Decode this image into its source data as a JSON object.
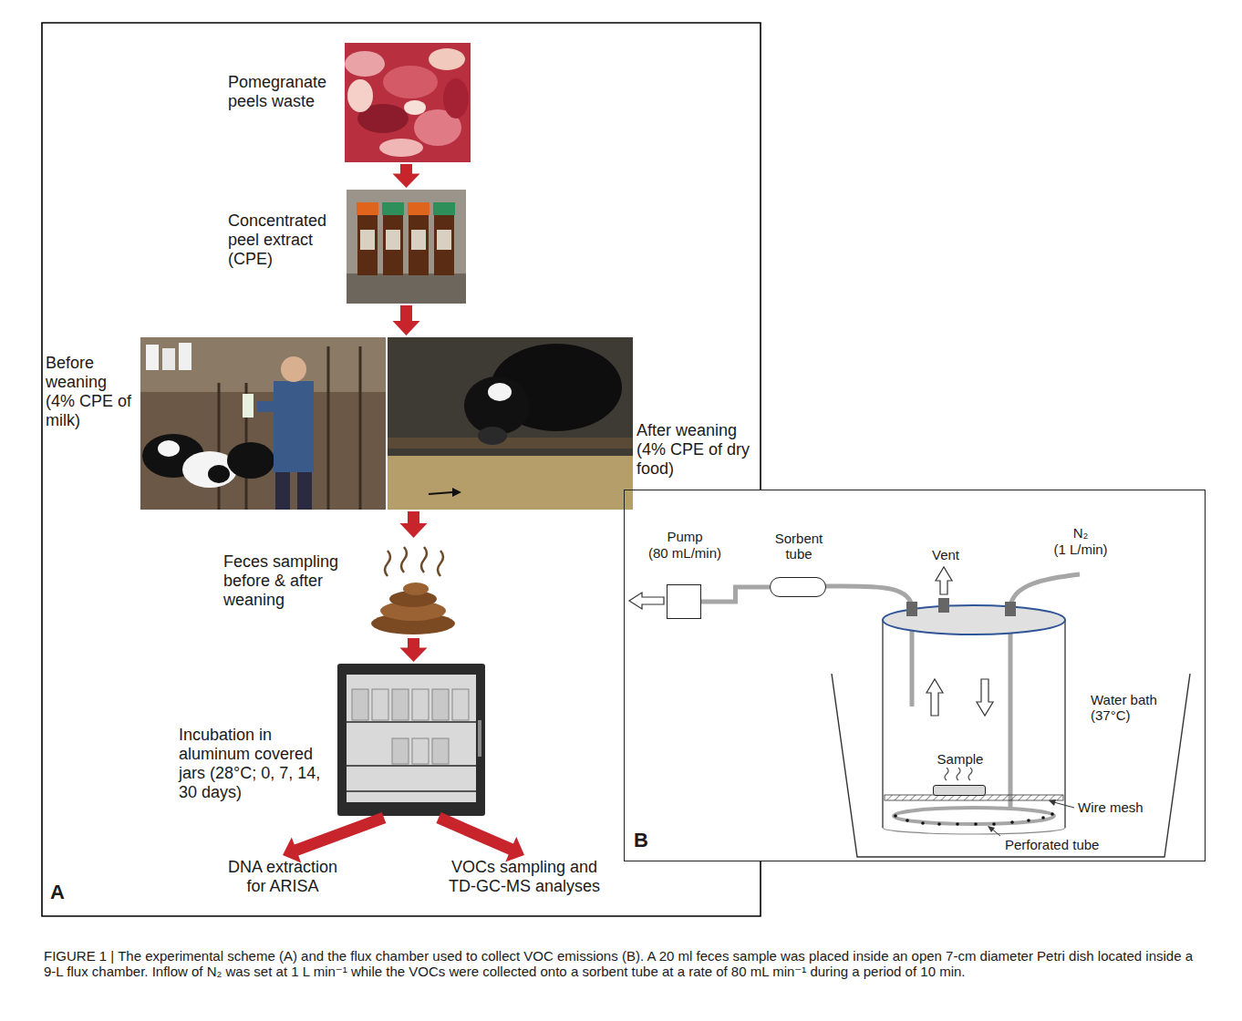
{
  "diagram": {
    "caption": "FIGURE 1 | The experimental scheme (A) and the flux chamber used to collect VOC emissions (B). A 20 ml feces sample was placed inside an open 7-cm diameter Petri dish located inside a 9-L flux chamber. Inflow of N₂ was set at 1 L min⁻¹ while the VOCs were collected onto a sorbent tube at a rate of 80 mL min⁻¹ during a period of 10 min.",
    "nodes": [
      {
        "text": [
          "A"
        ]
      },
      {
        "text": [
          "Pomegranate peels waste"
        ],
        "in": 0
      },
      {
        "text": [
          "Concentrated peel extract (CPE)"
        ],
        "in": 0
      },
      {
        "text": [
          "Before weaning (4% CPE of milk)",
          "After weaning (4% CPE of dry food)"
        ],
        "in": 0
      },
      {
        "text": [
          "Feces sampling before & after weaning"
        ],
        "in": 0
      },
      {
        "text": [
          "Incubation in aluminum covered jars (28°C; 0, 7, 14, 30 days)"
        ],
        "in": 0
      },
      {
        "text": [
          "DNA extraction for ARISA"
        ],
        "in": 0
      },
      {
        "text": [
          "VOCs sampling and TD-GC-MS analyses"
        ],
        "in": 0
      },
      {
        "text": [
          "B"
        ]
      },
      {
        "text": [
          "Pump",
          "(80 mL/min)"
        ],
        "in": 8
      },
      {
        "text": [
          "Sorbent tube"
        ],
        "in": 8
      },
      {
        "text": [
          "Water bath (37°C)"
        ],
        "in": 8
      },
      {
        "text": [
          "Sample"
        ],
        "in": 8
      }
    ],
    "edges": [
      {
        "from": 1,
        "to": 2,
        "arrow": "to"
      },
      {
        "from": 2,
        "to": 3,
        "arrow": "to"
      },
      {
        "from": 3,
        "to": 4,
        "arrow": "to"
      },
      {
        "from": 4,
        "to": 5,
        "arrow": "to"
      },
      {
        "from": 5,
        "to": 6,
        "arrow": "to"
      },
      {
        "from": 5,
        "to": 7,
        "arrow": "to"
      },
      {
        "from": 10,
        "to": 9,
        "arrow": "none"
      }
    ],
    "labels": [
      "Vent",
      "N₂",
      "(1 L/min)",
      "Wire mesh",
      "Perforated tube"
    ]
  }
}
